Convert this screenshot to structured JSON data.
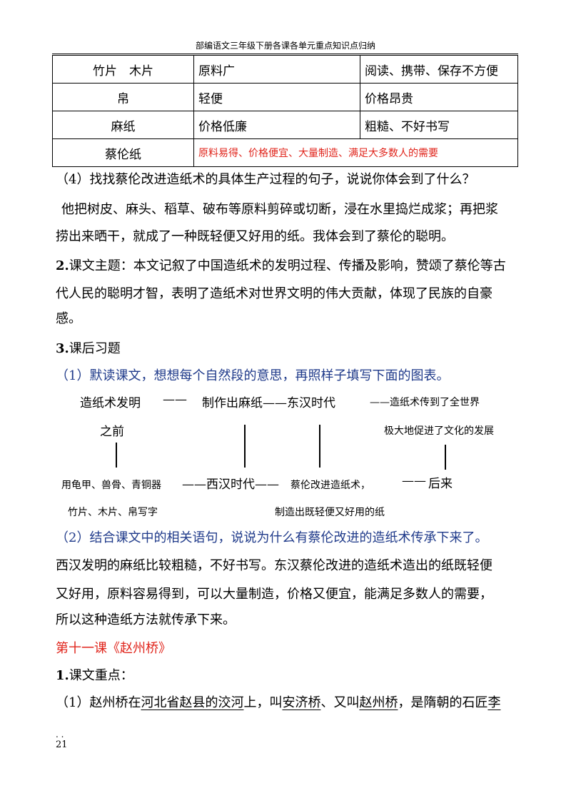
{
  "header": {
    "title": "部编语文三年级下册各课各单元重点知识点归纳"
  },
  "table": {
    "rows": [
      [
        "竹片　木片",
        "原料广",
        "阅读、携带、保存不方便"
      ],
      [
        "帛",
        "轻便",
        "价格昂贵"
      ],
      [
        "麻纸",
        "价格低廉",
        "粗糙、不好书写"
      ],
      [
        "蔡伦纸",
        "原料易得、价格便宜、大量制造、满足大多数人的需要",
        ""
      ]
    ]
  },
  "q4": {
    "question": "（4）找找蔡伦改进造纸术的具体生产过程的句子，说说你体会到了什么？",
    "answer_line1": "他把树皮、麻头、稻草、破布等原料剪碎或切断，浸在水里捣烂成浆；再把浆",
    "answer_line2": "捞出来晒干，就成了一种既轻便又好用的纸。我体会到了蔡伦的聪明。"
  },
  "theme": {
    "label": "2.",
    "line1": "课文主题：本文记叙了中国造纸术的发明过程、传播及影响，赞颂了蔡伦等古",
    "line2": "代人民的聪明才智，表明了造纸术对世界文明的伟大贡献，体现了民族的自豪",
    "line3": "感。"
  },
  "exercises": {
    "label": "3.",
    "title": "课后习题",
    "q1": "（1）默读课文，想想每个自然段的意思，再照样子填写下面的图表。",
    "q2": "（2）结合课文中的相关语句，说说为什么有蔡伦改进的造纸术传承下来了。",
    "a2_line1": "西汉发明的麻纸比较粗糙，不好书写。东汉蔡伦改进的造纸术造出的纸既轻便",
    "a2_line2": "又好用，原料容易得到，可以大量制造，价格又便宜，能满足多数人的需要，",
    "a2_line3": "所以这种造纸方法就传承下来。"
  },
  "diagram": {
    "t1": "造纸术发明",
    "d1": "——",
    "t2": "制作出麻纸——东汉时代",
    "t3": "——造纸术传到了全世界",
    "t1b": "之前",
    "t3b": "极大地促进了文化的发展",
    "b1": "用龟甲、兽骨、青铜器",
    "b2": "——西汉时代——",
    "b3": "蔡伦改进造纸术，",
    "b4": "——",
    "b5": "后来",
    "c1": "竹片、木片、帛写字",
    "c3": "制造出既轻便又好用的纸"
  },
  "lesson11": {
    "title": "第十一课《赵州桥》",
    "focus_label": "1.",
    "focus": "课文重点：",
    "s1_a": "（1）赵州桥在",
    "s1_u1": "河北省赵县的洨河",
    "s1_b": "上，叫",
    "s1_u2": "安济桥",
    "s1_c": "、又叫",
    "s1_u3": "赵州桥",
    "s1_d": "，是隋朝的石匠",
    "s1_u4": "李"
  },
  "footer": {
    "dots": ". .",
    "page": "21"
  },
  "colors": {
    "red": "#e0241b",
    "blue": "#1f3a8a"
  }
}
